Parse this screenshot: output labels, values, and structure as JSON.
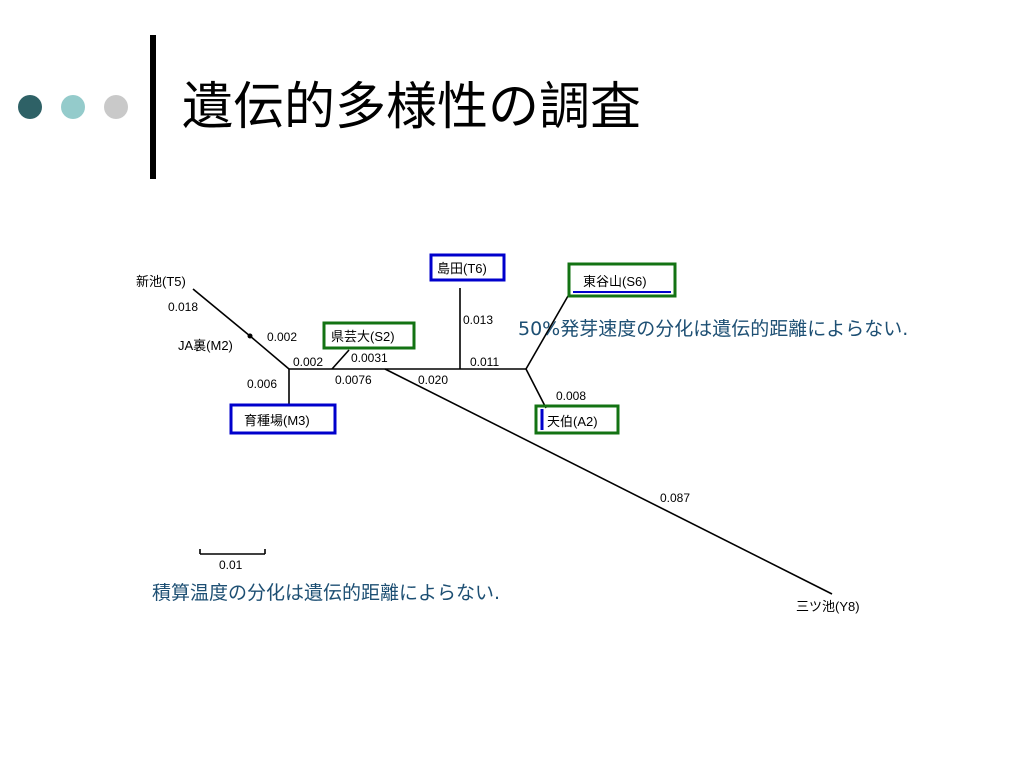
{
  "slide": {
    "title": "遺伝的多様性の調査"
  },
  "colors": {
    "dot_dark": "#2e6166",
    "dot_light": "#94cbcb",
    "dot_gray": "#c9c9c9",
    "box_blue": "#0000cc",
    "box_green": "#137313",
    "note_text": "#1d4f73"
  },
  "tree": {
    "nodes": {
      "T5": "新池(T5)",
      "M2": "JA裏(M2)",
      "M3": "育種場(M3)",
      "S2": "県芸大(S2)",
      "T6": "島田(T6)",
      "S6": "東谷山(S6)",
      "A2": "天伯(A2)",
      "Y8": "三ツ池(Y8)"
    },
    "branch_lengths": {
      "T5": "0.018",
      "M2": "0.002",
      "inner_left": "0.002",
      "M3": "0.006",
      "S2": "0.0031",
      "inner_S2": "0.0076",
      "inner_mid": "0.020",
      "T6": "0.013",
      "inner_right": "0.011",
      "A2": "0.008",
      "Y8": "0.087"
    },
    "scale_bar": "0.01"
  },
  "notes": {
    "germination": "50%発芽速度の分化は遺伝的距離によらない.",
    "temperature": "積算温度の分化は遺伝的距離によらない."
  }
}
